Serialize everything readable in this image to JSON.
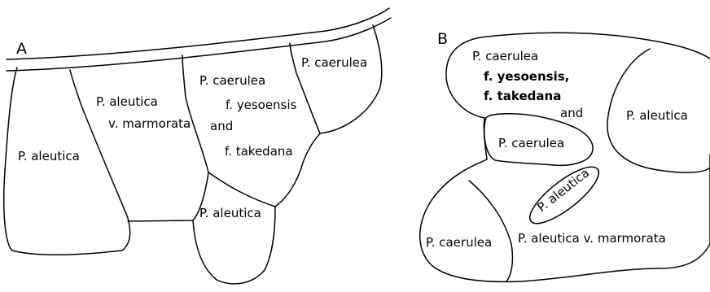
{
  "panel_a": {
    "letter": "A",
    "regions": {
      "left": "P. aleutica",
      "middle_line1": "P. aleutica",
      "middle_line2": "v. marmorata",
      "center_line1": "P. caerulea",
      "center_line2": "f. yesoensis",
      "center_line3": "and",
      "center_line4": "f.  takedana",
      "right": "P. caerulea",
      "bottom": "P. aleutica"
    }
  },
  "panel_b": {
    "letter": "B",
    "regions": {
      "top_line1": "P. caerulea",
      "top_line2": "f. yesoensis,",
      "top_line3": "f.  takedana",
      "and": "and",
      "right": "P.  aleutica",
      "bubble": "P. caerulea",
      "oval": "P. aleutica",
      "bottom_left": "P. caerulea",
      "bottom": "P. aleutica v. marmorata"
    }
  }
}
